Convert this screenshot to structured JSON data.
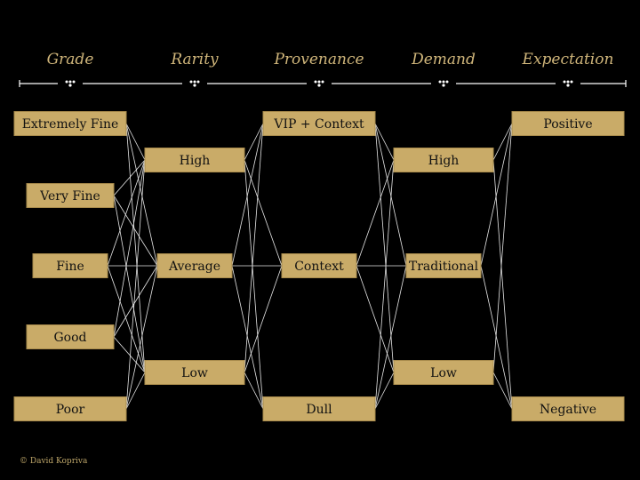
{
  "colors": {
    "background": "#000000",
    "node_fill": "#c9ab68",
    "node_stroke": "#a88b4c",
    "node_text": "#111111",
    "header_text": "#cfb57a",
    "edge": "#e6e6e6",
    "divider": "#ffffff"
  },
  "columns": [
    {
      "header": "Grade",
      "nodes": [
        {
          "id": "g_ef",
          "label": "Extremely Fine"
        },
        {
          "id": "g_vf",
          "label": "Very Fine"
        },
        {
          "id": "g_f",
          "label": "Fine"
        },
        {
          "id": "g_g",
          "label": "Good"
        },
        {
          "id": "g_p",
          "label": "Poor"
        }
      ]
    },
    {
      "header": "Rarity",
      "nodes": [
        {
          "id": "r_h",
          "label": "High"
        },
        {
          "id": "r_a",
          "label": "Average"
        },
        {
          "id": "r_l",
          "label": "Low"
        }
      ]
    },
    {
      "header": "Provenance",
      "nodes": [
        {
          "id": "p_v",
          "label": "VIP + Context"
        },
        {
          "id": "p_c",
          "label": "Context"
        },
        {
          "id": "p_d",
          "label": "Dull"
        }
      ]
    },
    {
      "header": "Demand",
      "nodes": [
        {
          "id": "d_h",
          "label": "High"
        },
        {
          "id": "d_t",
          "label": "Traditional"
        },
        {
          "id": "d_l",
          "label": "Low"
        }
      ]
    },
    {
      "header": "Expectation",
      "nodes": [
        {
          "id": "e_p",
          "label": "Positive"
        },
        {
          "id": "e_n",
          "label": "Negative"
        }
      ]
    }
  ],
  "edges": [
    [
      "g_ef",
      "r_h"
    ],
    [
      "g_ef",
      "r_a"
    ],
    [
      "g_ef",
      "r_l"
    ],
    [
      "g_vf",
      "r_h"
    ],
    [
      "g_vf",
      "r_a"
    ],
    [
      "g_vf",
      "r_l"
    ],
    [
      "g_f",
      "r_h"
    ],
    [
      "g_f",
      "r_a"
    ],
    [
      "g_f",
      "r_l"
    ],
    [
      "g_g",
      "r_h"
    ],
    [
      "g_g",
      "r_a"
    ],
    [
      "g_g",
      "r_l"
    ],
    [
      "g_p",
      "r_h"
    ],
    [
      "g_p",
      "r_a"
    ],
    [
      "g_p",
      "r_l"
    ],
    [
      "r_h",
      "p_v"
    ],
    [
      "r_h",
      "p_c"
    ],
    [
      "r_h",
      "p_d"
    ],
    [
      "r_a",
      "p_v"
    ],
    [
      "r_a",
      "p_c"
    ],
    [
      "r_a",
      "p_d"
    ],
    [
      "r_l",
      "p_v"
    ],
    [
      "r_l",
      "p_c"
    ],
    [
      "r_l",
      "p_d"
    ],
    [
      "p_v",
      "d_h"
    ],
    [
      "p_v",
      "d_t"
    ],
    [
      "p_v",
      "d_l"
    ],
    [
      "p_c",
      "d_h"
    ],
    [
      "p_c",
      "d_t"
    ],
    [
      "p_c",
      "d_l"
    ],
    [
      "p_d",
      "d_h"
    ],
    [
      "p_d",
      "d_t"
    ],
    [
      "p_d",
      "d_l"
    ],
    [
      "d_h",
      "e_p"
    ],
    [
      "d_h",
      "e_n"
    ],
    [
      "d_t",
      "e_p"
    ],
    [
      "d_t",
      "e_n"
    ],
    [
      "d_l",
      "e_p"
    ],
    [
      "d_l",
      "e_n"
    ]
  ],
  "credit": "© David Kopriva"
}
